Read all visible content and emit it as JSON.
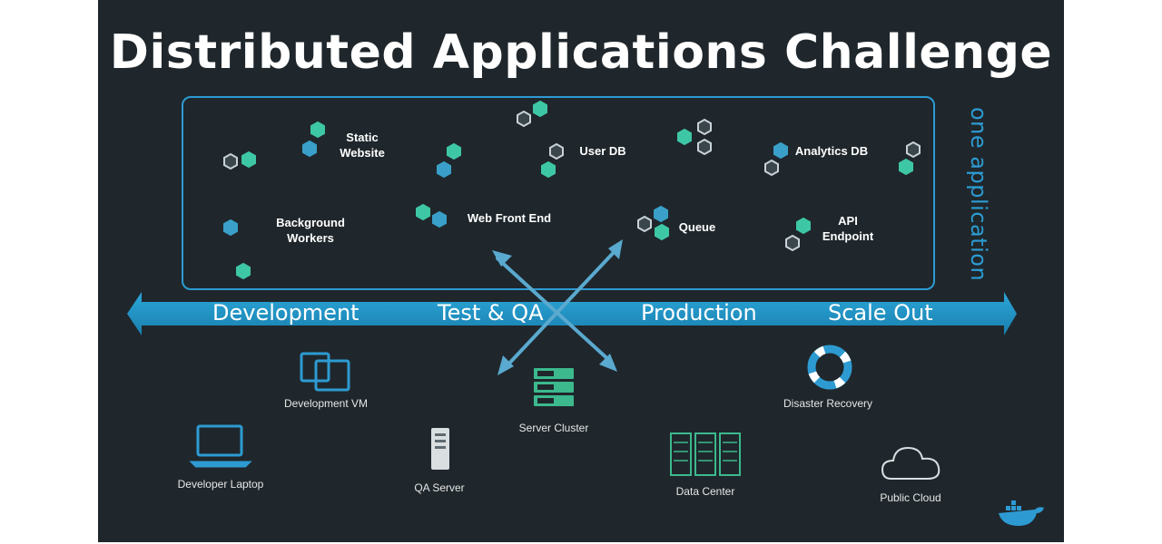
{
  "title": "Distributed Applications Challenge",
  "app_label": "one application",
  "services": [
    {
      "label": "Static\nWebsite"
    },
    {
      "label": "User DB"
    },
    {
      "label": "Analytics DB"
    },
    {
      "label": "Background\nWorkers"
    },
    {
      "label": "Web Front End"
    },
    {
      "label": "Queue"
    },
    {
      "label": "API\nEndpoint"
    }
  ],
  "stages": [
    "Development",
    "Test & QA",
    "Production",
    "Scale Out"
  ],
  "environments": [
    {
      "label": "Development VM",
      "icon": "vm-icon"
    },
    {
      "label": "Developer Laptop",
      "icon": "laptop-icon"
    },
    {
      "label": "QA Server",
      "icon": "server-icon"
    },
    {
      "label": "Server Cluster",
      "icon": "server-cluster-icon"
    },
    {
      "label": "Data Center",
      "icon": "data-center-icon"
    },
    {
      "label": "Disaster Recovery",
      "icon": "life-ring-icon"
    },
    {
      "label": "Public Cloud",
      "icon": "cloud-icon"
    }
  ],
  "colors": {
    "background": "#1f272c",
    "blue": "#2d9bd2",
    "teal": "#3ec7a5",
    "hex_blue": "#3aa0c9",
    "hex_gray": "#6b7a80"
  }
}
